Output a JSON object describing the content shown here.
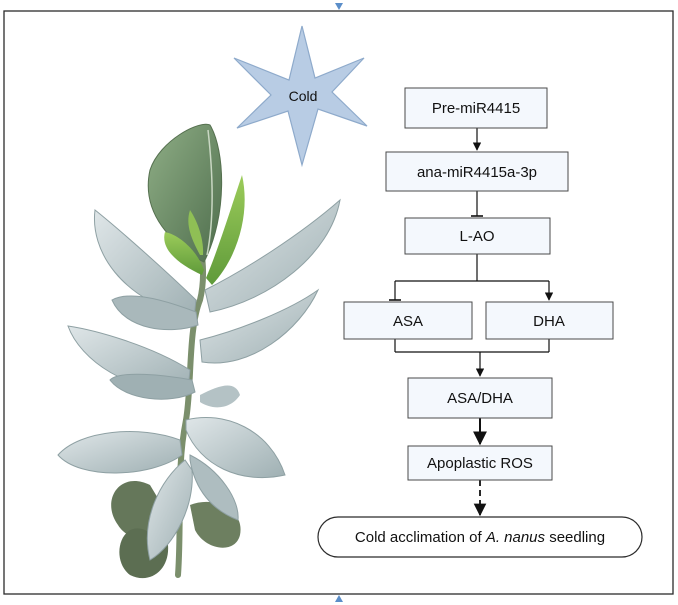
{
  "diagram": {
    "star_label": "Cold",
    "nodes": {
      "pre_mir": "Pre-miR4415",
      "ana_mir": "ana-miR4415a-3p",
      "lao": "L-AO",
      "asa": "ASA",
      "dha": "DHA",
      "ratio": "ASA/DHA",
      "ros": "Apoplastic ROS"
    },
    "outcome": {
      "prefix": "Cold acclimation of ",
      "species": "A. nanus",
      "suffix": " seedling"
    }
  },
  "colors": {
    "frame": "#2b2b2b",
    "box_fill": "#f4f8fd",
    "box_stroke": "#4a4a4a",
    "star_fill": "#b8cce4",
    "star_stroke": "#8eaacb",
    "leaf_dark": "#6f8f6a",
    "leaf_silver": "#c6d1d3",
    "leaf_green": "#7fb24b",
    "marker": "#5b8ec9"
  }
}
